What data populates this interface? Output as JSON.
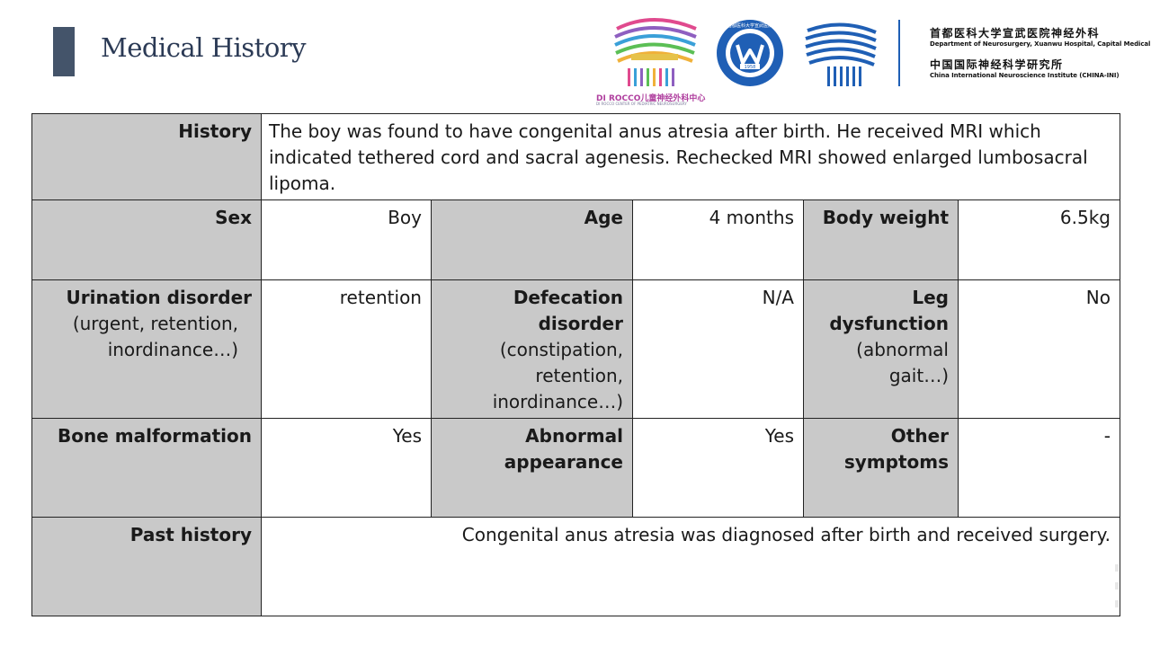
{
  "header": {
    "title": "Medical History",
    "logo_caption": "DI ROCCO儿童神经外科中心",
    "logo_caption_sub": "DI ROCCO CENTER OF PEDIATRIC NEUROSURGERY",
    "badge_text": "首都医科大学宣武医院",
    "badge_year": "1958",
    "institution_cn_1": "首都医科大学宣武医院神经外科",
    "institution_en_1": "Department of Neurosurgery, Xuanwu Hospital, Capital Medical University",
    "institution_cn_2": "中国国际神经科学研究所",
    "institution_en_2": "China International Neuroscience Institute (CHINA-INI)"
  },
  "table": {
    "history_label": "History",
    "history_value": " The boy was found to have congenital anus atresia after birth. He received MRI which indicated tethered cord and sacral agenesis. Rechecked MRI showed enlarged lumbosacral lipoma.",
    "sex_label": "Sex",
    "sex_value": "Boy",
    "age_label": "Age",
    "age_value": "4 months",
    "weight_label": "Body weight",
    "weight_value": "6.5kg",
    "urination_label": "Urination disorder",
    "urination_sub": "(urgent, retention, inordinance…)",
    "urination_value": "retention",
    "defecation_label": "Defecation disorder",
    "defecation_sub": "(constipation, retention, inordinance…)",
    "defecation_value": "N/A",
    "leg_label": "Leg dysfunction",
    "leg_sub": "(abnormal gait…)",
    "leg_value": "No",
    "bone_label": "Bone malformation",
    "bone_value": "Yes",
    "appearance_label": "Abnormal appearance",
    "appearance_value": "Yes",
    "other_label": "Other symptoms",
    "other_value": "-",
    "past_label": "Past history",
    "past_value": "Congenital anus atresia was diagnosed after birth and received surgery."
  },
  "colors": {
    "label_bg": "#c9c9c9",
    "title_accent": "#44546a",
    "title_text": "#2b3a55",
    "logo_blue": "#1f5fb5"
  }
}
